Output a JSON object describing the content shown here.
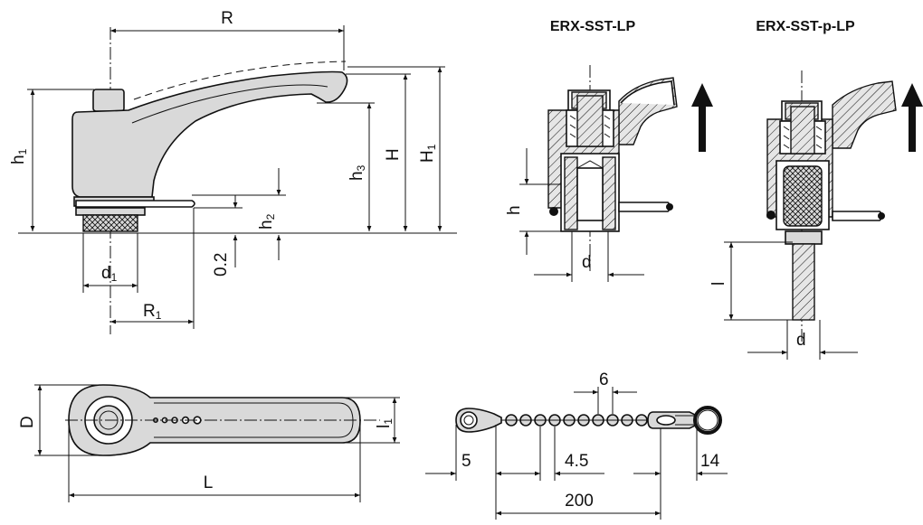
{
  "titles": {
    "variant_a": "ERX-SST-LP",
    "variant_b": "ERX-SST-p-LP"
  },
  "dimensions": {
    "R": "R",
    "h1": "h",
    "h1_sub": "1",
    "h2": "h",
    "h2_sub": "2",
    "h3": "h",
    "h3_sub": "3",
    "H": "H",
    "H1": "H",
    "H1_sub": "1",
    "d1": "d",
    "d1_sub": "1",
    "R1": "R",
    "R1_sub": "1",
    "gap": "0.2",
    "h": "h",
    "d_a": "d",
    "l": "l",
    "d_b": "d",
    "D": "D",
    "L": "L",
    "l1": "l",
    "l1_sub": "1",
    "chain_pitch": "6",
    "chain_5": "5",
    "chain_4_5": "4.5",
    "chain_14": "14",
    "chain_200": "200"
  }
}
